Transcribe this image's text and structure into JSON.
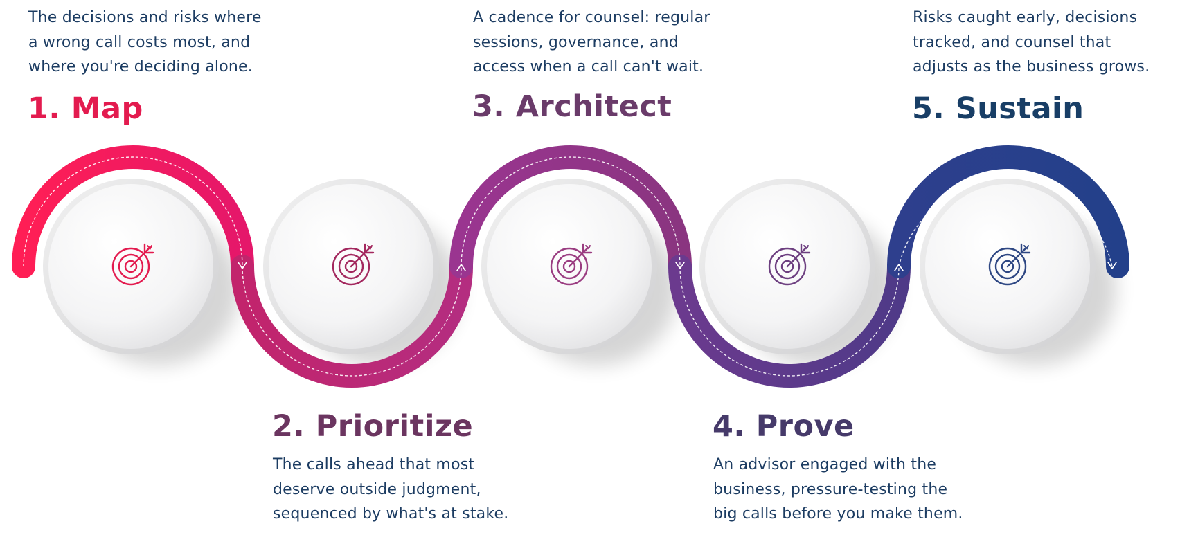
{
  "colors": {
    "map": "#e31b4f",
    "prioritize": "#6b3560",
    "architect": "#6a3b6a",
    "prove": "#463a6a",
    "sustain": "#183e66",
    "description_text": "#1c3c62",
    "icon_1": "#e31b4f",
    "icon_2": "#a3285e",
    "icon_3": "#9a3d81",
    "icon_4": "#6d3f80",
    "icon_5": "#2e4783"
  },
  "steps": [
    {
      "title": "1. Map",
      "description": [
        "The decisions and risks where",
        "a wrong call costs most, and",
        "where you're deciding alone."
      ],
      "icon": "target-arrow-icon"
    },
    {
      "title": "2. Prioritize",
      "description": [
        "The calls ahead that most",
        "deserve outside judgment,",
        "sequenced by what's at stake."
      ],
      "icon": "target-arrow-icon"
    },
    {
      "title": "3. Architect",
      "description": [
        "A cadence for counsel: regular",
        "sessions, governance, and",
        "access when a call can't wait."
      ],
      "icon": "target-arrow-icon"
    },
    {
      "title": "4. Prove",
      "description": [
        "An advisor engaged with the",
        "business, pressure-testing the",
        "big calls before you make them."
      ],
      "icon": "target-arrow-icon"
    },
    {
      "title": "5. Sustain",
      "description": [
        "Risks caught early, decisions",
        "tracked, and counsel that",
        "adjusts as the business grows."
      ],
      "icon": "target-arrow-icon"
    }
  ]
}
